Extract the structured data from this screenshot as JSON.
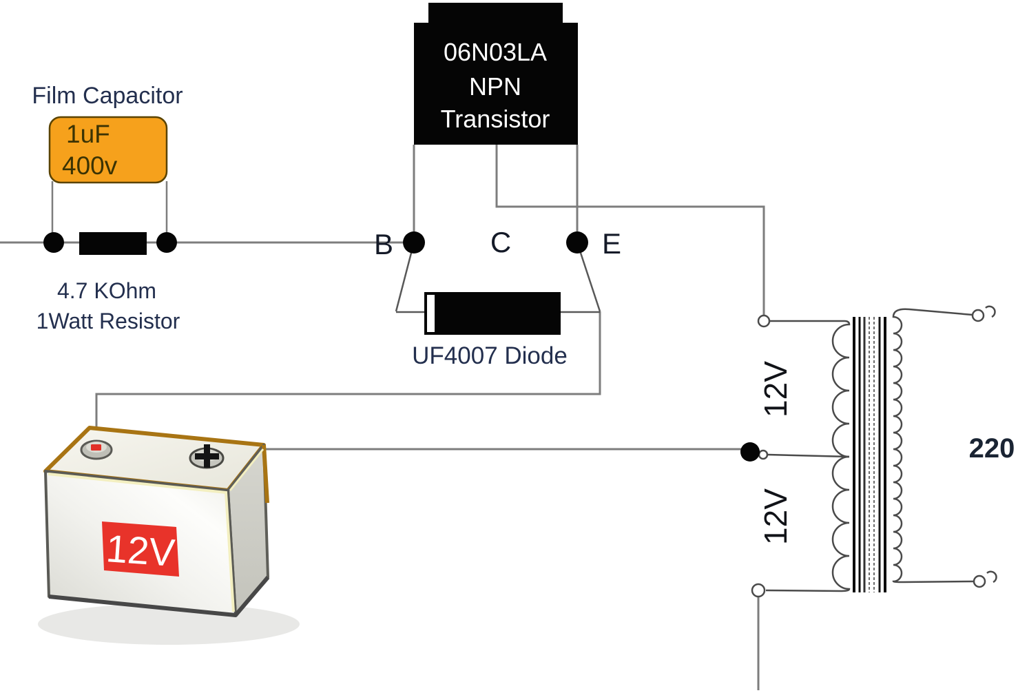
{
  "diagram": {
    "capacitor": {
      "label": "Film Capacitor",
      "value_line1": "1uF",
      "value_line2": "400v"
    },
    "resistor": {
      "label_line1": "4.7 KOhm",
      "label_line2": "1Watt Resistor"
    },
    "transistor": {
      "line1": "06N03LA",
      "line2": "NPN",
      "line3": "Transistor",
      "terminal_b": "B",
      "terminal_c": "C",
      "terminal_e": "E"
    },
    "diode": {
      "label": "UF4007 Diode"
    },
    "battery": {
      "voltage_label": "12V"
    },
    "transformer": {
      "primary_top_label": "12V",
      "primary_bottom_label": "12V",
      "secondary_label": "220"
    },
    "colors": {
      "wire": "#7d7d7d",
      "connector": "#585858",
      "component_black": "#050505",
      "capacitor_fill": "#f6a11c",
      "capacitor_border": "#5a4300",
      "capacitor_text": "#3b3304",
      "label_text": "#232f4e",
      "terminal_letter_text": "#141a28",
      "transistor_text": "#ffffff",
      "battery_label_bg": "#e8332a",
      "battery_label_text": "#ffffff",
      "transformer_text": "#111318",
      "secondary_text": "#1a2433"
    }
  }
}
